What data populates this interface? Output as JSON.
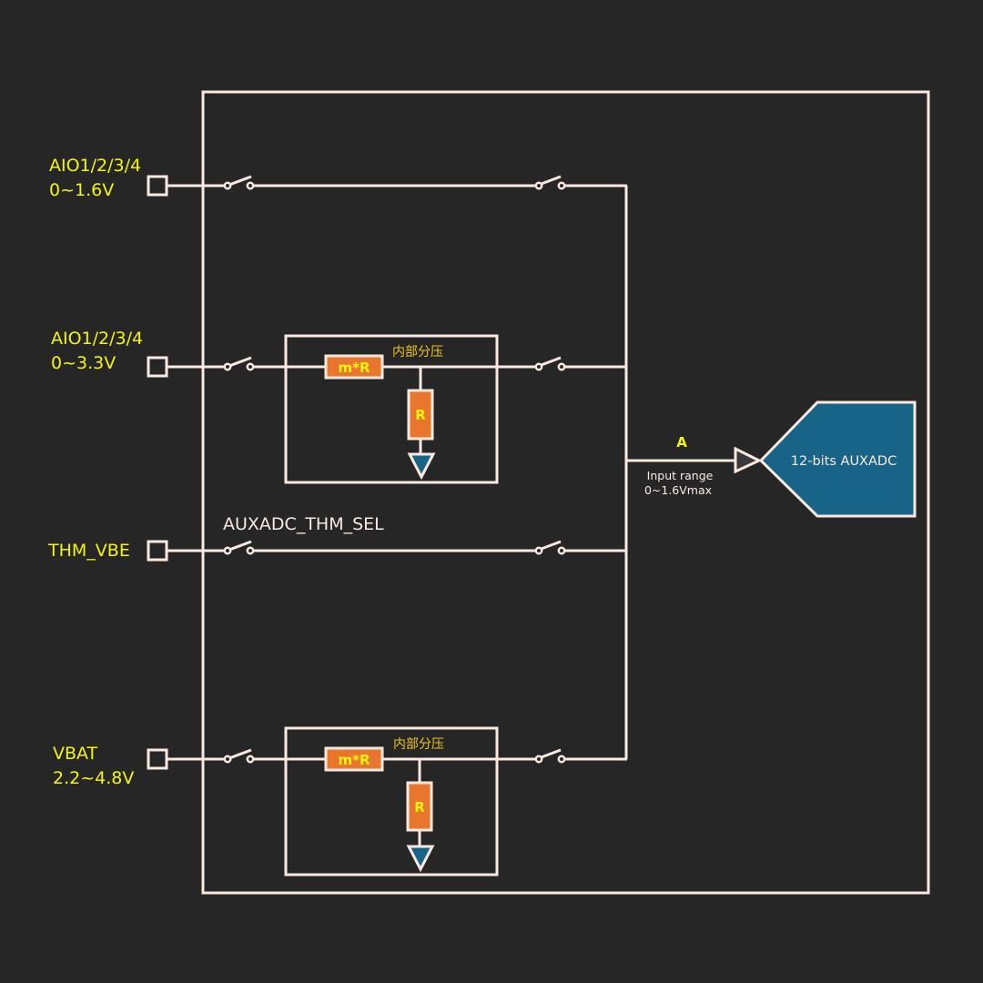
{
  "diagram": {
    "inputs": [
      {
        "name": "AIO1/2/3/4",
        "range": "0~1.6V"
      },
      {
        "name": "AIO1/2/3/4",
        "range": "0~3.3V"
      },
      {
        "name": "THM_VBE",
        "range": ""
      },
      {
        "name": "VBAT",
        "range": "2.2~4.8V"
      }
    ],
    "switch_label": "AUXADC_THM_SEL",
    "divider": {
      "label": "内部分压",
      "top_resistor": "m*R",
      "bottom_resistor": "R"
    },
    "node_label": "A",
    "input_range_line1": "Input range",
    "input_range_line2": "0~1.6Vmax",
    "adc_label": "12-bits AUXADC",
    "colors": {
      "background": "#262626",
      "wire": "#fbe9e0",
      "label_yellow": "#f4f50e",
      "resistor": "#e8762d",
      "adc_fill": "#176488"
    }
  }
}
